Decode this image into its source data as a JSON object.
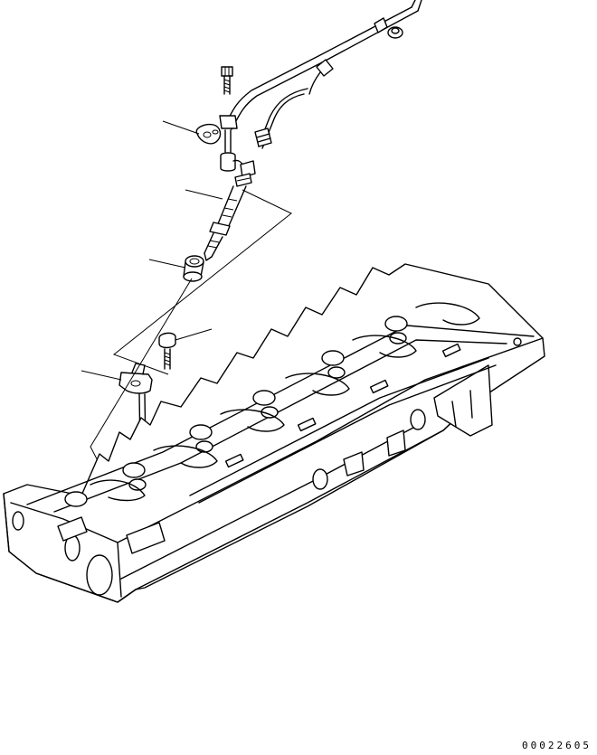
{
  "drawing": {
    "number": "00022605"
  },
  "parts": [
    {
      "id": "fuel-return-pipe"
    },
    {
      "id": "banjo-bolt"
    },
    {
      "id": "gasket-washer"
    },
    {
      "id": "fuel-injector"
    },
    {
      "id": "injector-sleeve"
    },
    {
      "id": "clamp-bolt"
    },
    {
      "id": "injector-clamp"
    },
    {
      "id": "cylinder-head"
    }
  ],
  "colors": {
    "line": "#000000",
    "background": "#ffffff"
  }
}
